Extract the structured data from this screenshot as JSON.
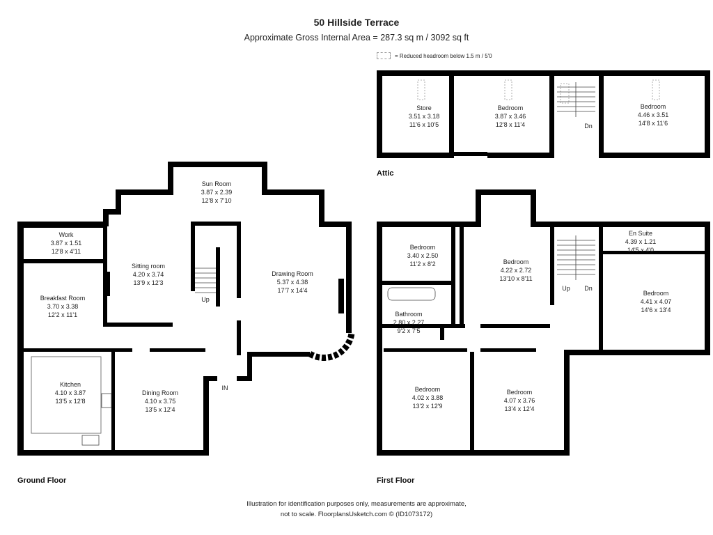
{
  "header": {
    "title": "50 Hillside Terrace",
    "subtitle": "Approximate Gross Internal Area = 287.3 sq m / 3092 sq ft"
  },
  "legend": {
    "text": "= Reduced headroom below 1.5 m / 5'0"
  },
  "floors": {
    "ground": "Ground Floor",
    "first": "First Floor",
    "attic": "Attic"
  },
  "rooms": {
    "sun_room": [
      "Sun Room",
      "3.87 x 2.39",
      "12'8 x 7'10"
    ],
    "work": [
      "Work",
      "3.87 x 1.51",
      "12'8 x 4'11"
    ],
    "sitting_room": [
      "Sitting room",
      "4.20 x 3.74",
      "13'9 x 12'3"
    ],
    "drawing_room": [
      "Drawing Room",
      "5.37 x 4.38",
      "17'7 x 14'4"
    ],
    "breakfast_room": [
      "Breakfast Room",
      "3.70 x 3.38",
      "12'2 x 11'1"
    ],
    "kitchen": [
      "Kitchen",
      "4.10 x 3.87",
      "13'5 x 12'8"
    ],
    "dining_room": [
      "Dining Room",
      "4.10 x 3.75",
      "13'5 x 12'4"
    ],
    "bedroom_f1": [
      "Bedroom",
      "3.40 x 2.50",
      "11'2 x 8'2"
    ],
    "bedroom_f2": [
      "Bedroom",
      "4.22 x 2.72",
      "13'10 x 8'11"
    ],
    "en_suite": [
      "En Suite",
      "4.39 x 1.21",
      "14'5 x 4'0"
    ],
    "bedroom_f3": [
      "Bedroom",
      "4.41 x 4.07",
      "14'6 x 13'4"
    ],
    "bathroom": [
      "Bathroom",
      "2.80 x 2.27",
      "9'2 x 7'5"
    ],
    "bedroom_f4": [
      "Bedroom",
      "4.02 x 3.88",
      "13'2 x 12'9"
    ],
    "bedroom_f5": [
      "Bedroom",
      "4.07 x 3.76",
      "13'4 x 12'4"
    ],
    "store": [
      "Store",
      "3.51 x 3.18",
      "11'6 x 10'5"
    ],
    "bedroom_a1": [
      "Bedroom",
      "3.87 x 3.46",
      "12'8 x 11'4"
    ],
    "bedroom_a2": [
      "Bedroom",
      "4.46 x 3.51",
      "14'8 x 11'6"
    ]
  },
  "stair_labels": {
    "ground_up": "Up",
    "entrance": "IN",
    "first_up": "Up",
    "first_dn": "Dn",
    "attic_dn": "Dn"
  },
  "footer": {
    "line1": "Illustration for identification purposes only, measurements are approximate,",
    "line2": "not to scale. FloorplansUsketch.com © (ID1073172)"
  }
}
